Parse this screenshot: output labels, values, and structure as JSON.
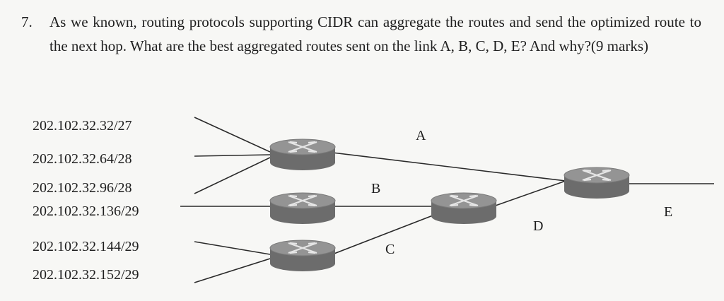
{
  "question": {
    "number": "7.",
    "text": "As we known, routing protocols supporting CIDR can aggregate the routes and send the optimized route to the next hop. What are the best aggregated routes sent on the link A, B, C, D, E? And why?(9 marks)"
  },
  "diagram": {
    "networks": [
      "202.102.32.32/27",
      "202.102.32.64/28",
      "202.102.32.96/28",
      "202.102.32.136/29",
      "202.102.32.144/29",
      "202.102.32.152/29"
    ],
    "links": [
      "A",
      "B",
      "C",
      "D",
      "E"
    ],
    "router_icon": "router-icon",
    "colors": {
      "router_top": "#8f8f8f",
      "router_side": "#6c6c6c",
      "line": "#2a2a2a"
    }
  }
}
